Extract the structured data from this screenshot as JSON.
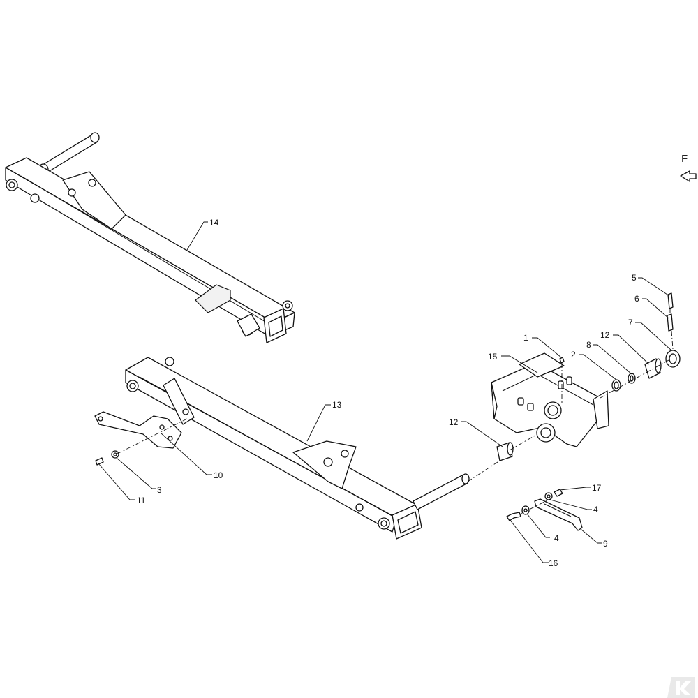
{
  "diagram": {
    "direction_marker": {
      "letter": "F",
      "icon": "arrow-icon"
    },
    "callouts": [
      {
        "id": "c14",
        "label": "14"
      },
      {
        "id": "c13",
        "label": "13"
      },
      {
        "id": "c10",
        "label": "10"
      },
      {
        "id": "c3",
        "label": "3"
      },
      {
        "id": "c11",
        "label": "11"
      },
      {
        "id": "c12a",
        "label": "12"
      },
      {
        "id": "c15",
        "label": "15"
      },
      {
        "id": "c1",
        "label": "1"
      },
      {
        "id": "c2",
        "label": "2"
      },
      {
        "id": "c8",
        "label": "8"
      },
      {
        "id": "c12b",
        "label": "12"
      },
      {
        "id": "c7",
        "label": "7"
      },
      {
        "id": "c5",
        "label": "5"
      },
      {
        "id": "c6",
        "label": "6"
      },
      {
        "id": "c17",
        "label": "17"
      },
      {
        "id": "c4a",
        "label": "4"
      },
      {
        "id": "c4b",
        "label": "4"
      },
      {
        "id": "c9",
        "label": "9"
      },
      {
        "id": "c16",
        "label": "16"
      }
    ],
    "logo": {
      "icon": "k-logo-icon",
      "text": "K"
    }
  }
}
